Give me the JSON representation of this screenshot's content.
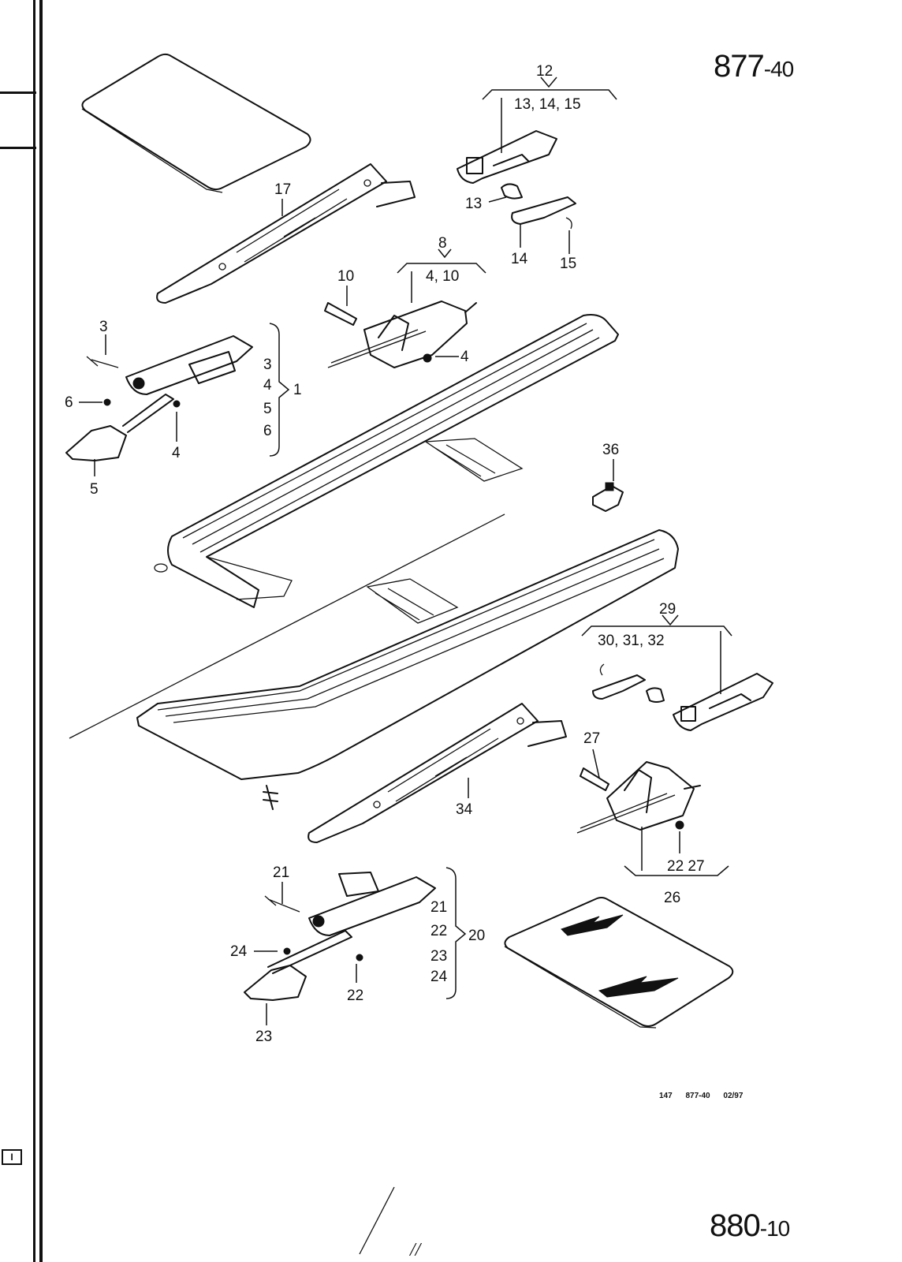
{
  "page": {
    "code_top": {
      "main": "877",
      "suffix": "-40"
    },
    "code_bottom": {
      "main": "880",
      "suffix": "-10"
    },
    "footer_ref": "147 877-40 02/97",
    "tab_icon": "I",
    "pen_mark": "//"
  },
  "callouts": {
    "c12": "12",
    "c12_group": "13, 14, 15",
    "c13": "13",
    "c14": "14",
    "c15": "15",
    "c17": "17",
    "c8": "8",
    "c8_group": "4, 10",
    "c10": "10",
    "c4a": "4",
    "c3": "3",
    "c1_list": [
      "3",
      "4",
      "5",
      "6"
    ],
    "c1": "1",
    "c6": "6",
    "c4b": "4",
    "c5": "5",
    "c36": "36",
    "c29": "29",
    "c29_group": "30, 31, 32",
    "c27a": "27",
    "c34": "34",
    "c26_group": "22 27",
    "c26": "26",
    "c21": "21",
    "c20_list": [
      "21",
      "22",
      "23",
      "24"
    ],
    "c20": "20",
    "c24": "24",
    "c22": "22",
    "c23": "23"
  },
  "colors": {
    "ink": "#111111",
    "paper": "#ffffff"
  }
}
